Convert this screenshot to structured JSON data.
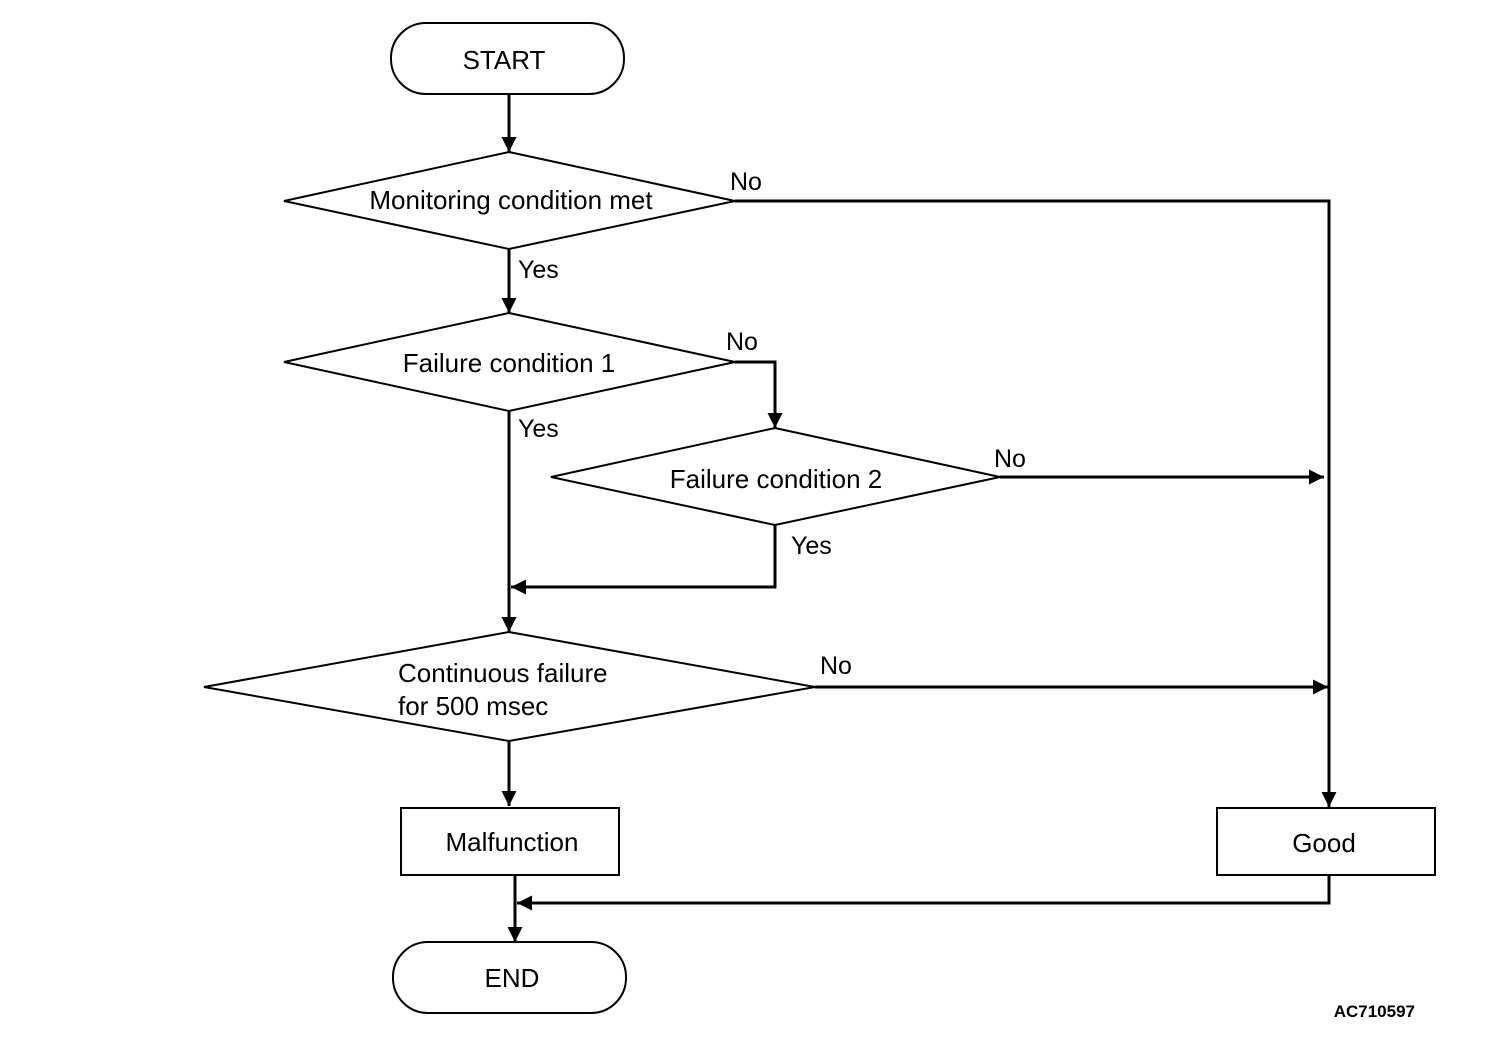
{
  "nodes": {
    "start": "START",
    "monitoring": "Monitoring condition met",
    "failure1": "Failure condition 1",
    "failure2": "Failure condition 2",
    "continuous_line1": "Continuous failure",
    "continuous_line2": "for 500 msec",
    "malfunction": "Malfunction",
    "good": "Good",
    "end": "END"
  },
  "edge_labels": {
    "monitoring_yes": "Yes",
    "monitoring_no": "No",
    "failure1_yes": "Yes",
    "failure1_no": "No",
    "failure2_yes": "Yes",
    "failure2_no": "No",
    "continuous_no": "No"
  },
  "reference_code": "AC710597",
  "colors": {
    "stroke": "#000000",
    "background": "#ffffff"
  }
}
